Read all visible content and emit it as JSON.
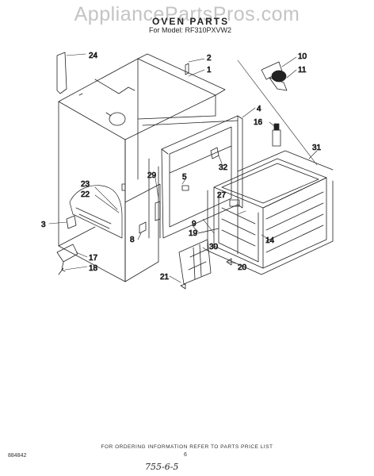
{
  "watermark": "AppliancePartsPros.com",
  "header": {
    "title": "OVEN PARTS",
    "model_line": "For Model: RF310PXVW2"
  },
  "parts": {
    "p1": "1",
    "p2": "2",
    "p3": "3",
    "p4": "4",
    "p5": "5",
    "p8": "8",
    "p9": "9",
    "p10": "10",
    "p11": "11",
    "p14": "14",
    "p16": "16",
    "p17": "17",
    "p18": "18",
    "p19": "19",
    "p20": "20",
    "p21": "21",
    "p22": "22",
    "p23": "23",
    "p24": "24",
    "p27": "27",
    "p29": "29",
    "p30": "30",
    "p31": "31",
    "p32": "32"
  },
  "footer": {
    "ordering_note": "FOR ORDERING INFORMATION REFER TO PARTS PRICE LIST",
    "doc_number": "884842",
    "page_number": "6",
    "handwritten": "755-6-5"
  }
}
